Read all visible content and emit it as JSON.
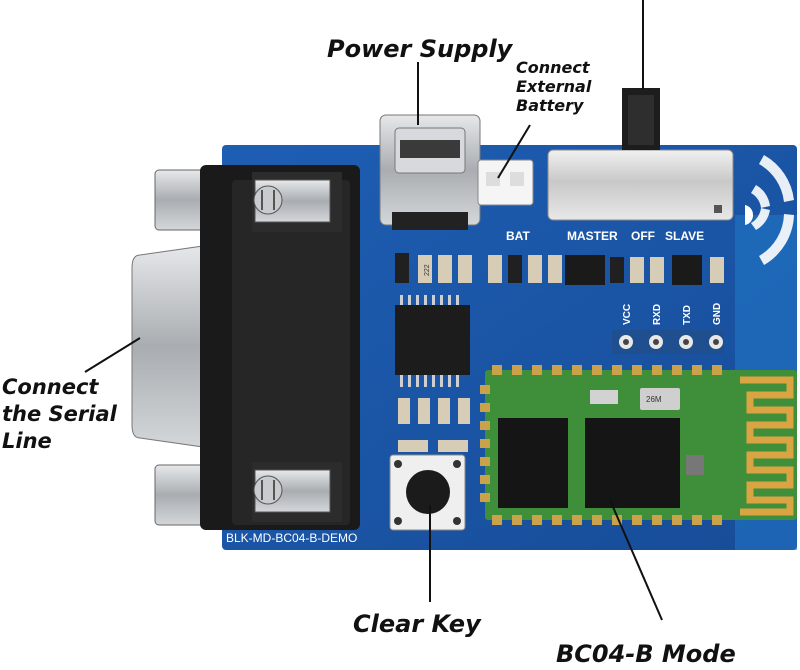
{
  "labels": {
    "power_supply": "Power Supply",
    "connect_external_battery": [
      "Connect",
      "External",
      "Battery"
    ],
    "connect_serial_line": [
      "Connect",
      "the Serial",
      "Line"
    ],
    "clear_key": "Clear Key",
    "bc04_mode": "BC04-B Mode"
  },
  "silkscreen": {
    "bat": "BAT",
    "master": "MASTER",
    "off": "OFF",
    "slave": "SLAVE",
    "pins": [
      "VCC",
      "RXD",
      "TXD",
      "GND"
    ],
    "board_id": "BLK-MD-BC04-B-DEMO",
    "resistor_code": "222",
    "crystal_code": "26M"
  },
  "colors": {
    "pcb": "#1b57a8",
    "module_green": "#3e8e3a",
    "antenna_gold": "#d9a441",
    "metal": "#b9bcc0"
  }
}
